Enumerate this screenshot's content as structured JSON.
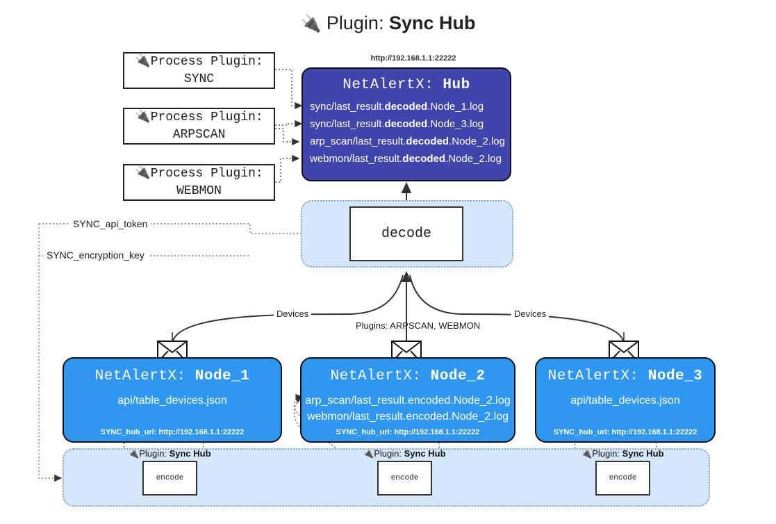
{
  "title": {
    "icon": "plug-icon",
    "prefix": "Plugin:",
    "name": "Sync Hub"
  },
  "process_plugins": [
    {
      "line1": "Process Plugin:",
      "line2": "SYNC",
      "icon": "plug-icon"
    },
    {
      "line1": "Process Plugin:",
      "line2": "ARPSCAN",
      "icon": "plug-icon"
    },
    {
      "line1": "Process Plugin:",
      "line2": "WEBMON",
      "icon": "plug-icon"
    }
  ],
  "hub": {
    "url": "http://192.168.1.1:22222",
    "title_prefix": "NetAlertX:",
    "title_name": "Hub",
    "lines": [
      {
        "pre": "sync/last_result.",
        "mid": "decoded",
        "post": ".Node_1.log"
      },
      {
        "pre": "sync/last_result.",
        "mid": "decoded",
        "post": ".Node_3.log"
      },
      {
        "pre": "arp_scan/last_result.",
        "mid": "decoded",
        "post": ".Node_2.log"
      },
      {
        "pre": "webmon/last_result.",
        "mid": "decoded",
        "post": ".Node_2.log"
      }
    ]
  },
  "decode": {
    "container_label": "decode-container",
    "box_label": "decode"
  },
  "secrets": [
    {
      "label": "SYNC_api_token"
    },
    {
      "label": "SYNC_encryption_key"
    }
  ],
  "edge_labels": {
    "devices_left": "Devices",
    "devices_right": "Devices",
    "plugins_middle": "Plugins: ARPSCAN, WEBMON"
  },
  "nodes": [
    {
      "title_prefix": "NetAlertX:",
      "title_name": "Node_1",
      "lines": [
        "api/table_devices.json"
      ],
      "foot": "SYNC_hub_url: http://192.168.1.1:22222",
      "envelope": "envelope-icon"
    },
    {
      "title_prefix": "NetAlertX:",
      "title_name": "Node_2",
      "lines": [
        "arp_scan/last_result.encoded.Node_2.log",
        "webmon/last_result.encoded.Node_2.log"
      ],
      "foot": "SYNC_hub_url: http://192.168.1.1:22222",
      "envelope": "envelope-icon"
    },
    {
      "title_prefix": "NetAlertX:",
      "title_name": "Node_3",
      "lines": [
        "api/table_devices.json"
      ],
      "foot": "SYNC_hub_url: http://192.168.1.1:22222",
      "envelope": "envelope-icon"
    }
  ],
  "encoders": [
    {
      "plugin_prefix": "Plugin:",
      "plugin_name": "Sync Hub",
      "box_label": "encode"
    },
    {
      "plugin_prefix": "Plugin:",
      "plugin_name": "Sync Hub",
      "box_label": "encode"
    },
    {
      "plugin_prefix": "Plugin:",
      "plugin_name": "Sync Hub",
      "box_label": "encode"
    }
  ],
  "colors": {
    "hub": "#3f45ad",
    "node": "#2f97f0",
    "container": "#d5e7fa",
    "stroke": "#333333"
  }
}
